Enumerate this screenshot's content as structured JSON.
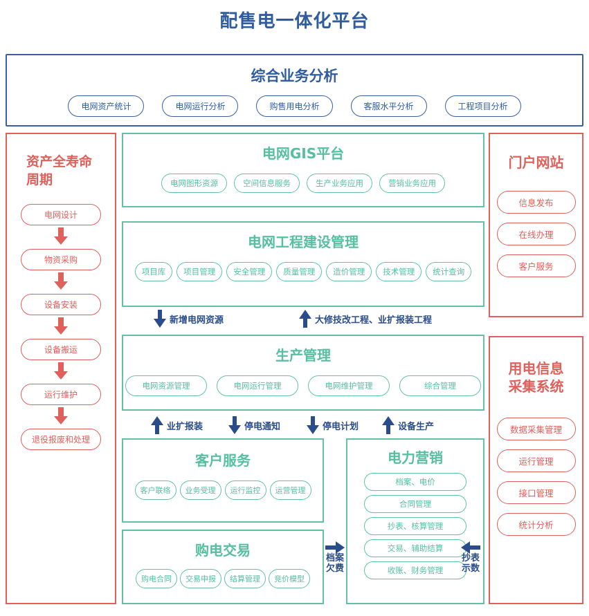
{
  "page_title": "配售电一体化平台",
  "colors": {
    "blue": "#3A5FA0",
    "navy": "#2A4C8A",
    "green": "#62C2A3",
    "red": "#E0605B",
    "title_blue": "#2E5C9E"
  },
  "top_banner": {
    "title": "综合业务分析",
    "items": [
      {
        "label": "电网资产统计"
      },
      {
        "label": "电网运行分析"
      },
      {
        "label": "购售用电分析"
      },
      {
        "label": "客服水平分析"
      },
      {
        "label": "工程项目分析"
      }
    ]
  },
  "asset_lifecycle": {
    "title": "资产全寿命\n周期",
    "title_line1": "资产全寿命",
    "title_line2": "周期",
    "steps": [
      {
        "label": "电网设计"
      },
      {
        "label": "物资采购"
      },
      {
        "label": "设备安装"
      },
      {
        "label": "设备搬运"
      },
      {
        "label": "运行维护"
      },
      {
        "label": "退役报废和处理"
      }
    ]
  },
  "gis_platform": {
    "title": "电网GIS平台",
    "items": [
      {
        "label": "电网图形资源"
      },
      {
        "label": "空间信息服务"
      },
      {
        "label": "生产业务应用"
      },
      {
        "label": "营销业务应用"
      }
    ]
  },
  "grid_construction": {
    "title": "电网工程建设管理",
    "items": [
      {
        "label": "项目库"
      },
      {
        "label": "项目管理"
      },
      {
        "label": "安全管理"
      },
      {
        "label": "质量管理"
      },
      {
        "label": "造价管理"
      },
      {
        "label": "技术管理"
      },
      {
        "label": "统计查询"
      }
    ]
  },
  "production_mgmt": {
    "title": "生产管理",
    "items": [
      {
        "label": "电网资源管理"
      },
      {
        "label": "电网运行管理"
      },
      {
        "label": "电网维护管理"
      },
      {
        "label": "综合管理"
      }
    ]
  },
  "customer_service": {
    "title": "客户服务",
    "items": [
      {
        "label": "客户联络"
      },
      {
        "label": "业务受理"
      },
      {
        "label": "运行监控"
      },
      {
        "label": "运营管理"
      }
    ]
  },
  "power_purchase": {
    "title": "购电交易",
    "items": [
      {
        "label": "购电合同"
      },
      {
        "label": "交易申报"
      },
      {
        "label": "结算管理"
      },
      {
        "label": "竞价模型"
      }
    ]
  },
  "power_marketing": {
    "title": "电力营销",
    "items": [
      {
        "label": "档案、电价"
      },
      {
        "label": "合同管理"
      },
      {
        "label": "抄表、核算管理"
      },
      {
        "label": "交易、辅助结算"
      },
      {
        "label": "收账、财务管理"
      }
    ]
  },
  "portal_site": {
    "title": "门户网站",
    "items": [
      {
        "label": "信息发布"
      },
      {
        "label": "在线办理"
      },
      {
        "label": "客户服务"
      }
    ]
  },
  "metering_system": {
    "title_line1": "用电信息",
    "title_line2": "采集系统",
    "items": [
      {
        "label": "数据采集管理"
      },
      {
        "label": "运行管理"
      },
      {
        "label": "接口管理"
      },
      {
        "label": "统计分析"
      }
    ]
  },
  "flows": {
    "construction_to_production": {
      "label": "新增电网资源",
      "direction": "down"
    },
    "production_to_construction": {
      "label": "大修技改工程、业扩报装工程",
      "direction": "up"
    },
    "service_to_production": {
      "label": "业扩报装",
      "direction": "up"
    },
    "production_to_service": {
      "label": "停电通知",
      "direction": "down"
    },
    "production_outage_plan": {
      "label": "停电计划",
      "direction": "down"
    },
    "marketing_to_production": {
      "label": "设备生产",
      "direction": "up"
    },
    "purchase_to_marketing": {
      "label_line1": "档案",
      "label_line2": "欠费",
      "direction": "right"
    },
    "metering_to_marketing": {
      "label_line1": "抄表",
      "label_line2": "示数",
      "direction": "left"
    }
  }
}
